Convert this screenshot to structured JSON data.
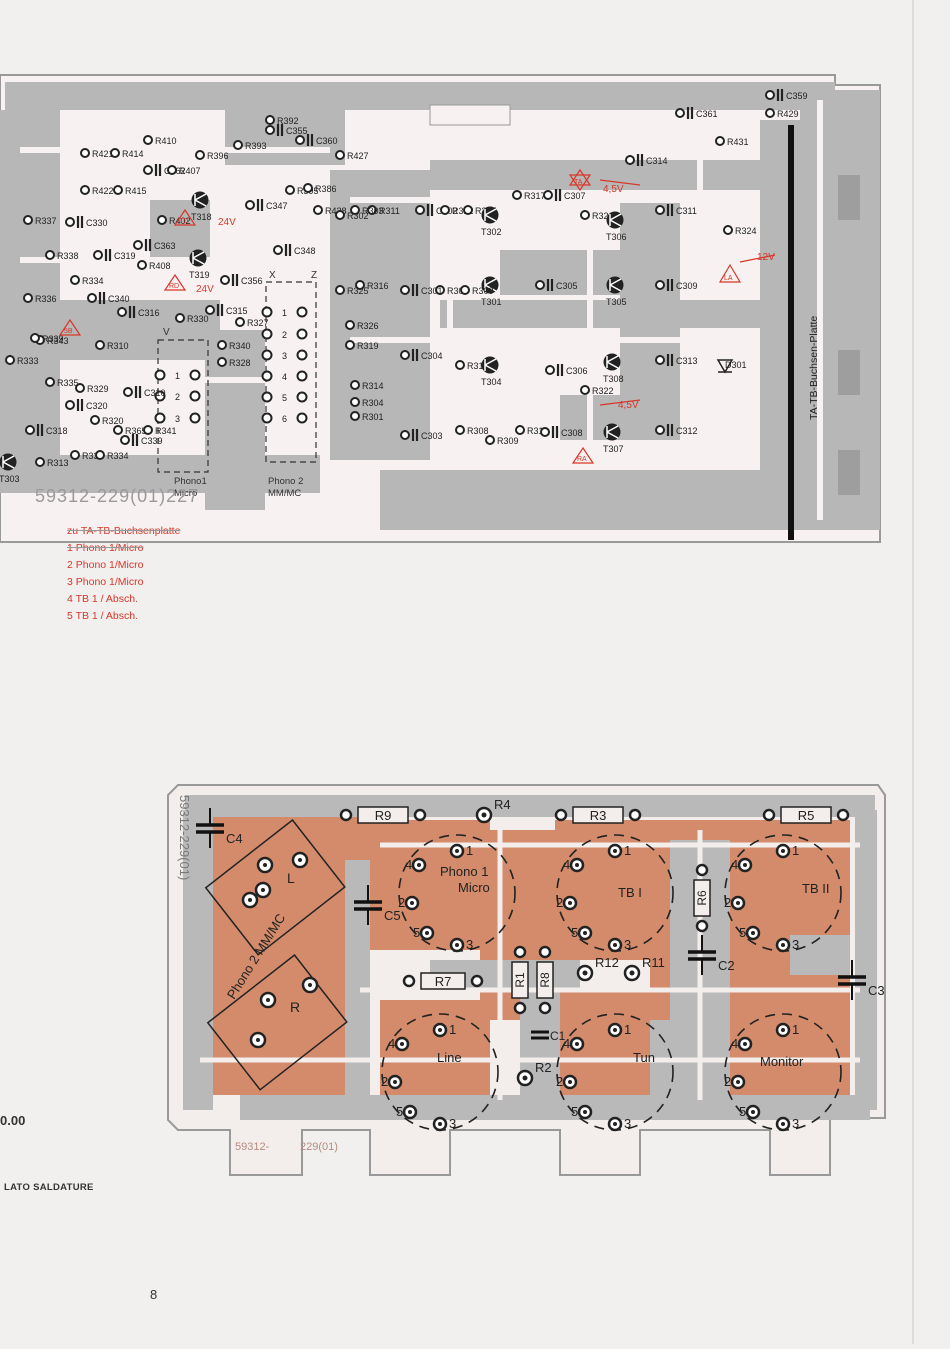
{
  "top_board": {
    "part_number": "59312-229(01)227",
    "connector_labels": {
      "v": "V",
      "x": "X",
      "z": "Z",
      "phono1": "Phono1\nMicro",
      "phono2": "Phono 2\nMM/MC"
    },
    "side_label": "TA-TB-Buchsen-Platte",
    "voltages": [
      "4,5V",
      "12V",
      "24V",
      "24V",
      "4,5V"
    ],
    "markers": [
      "TA",
      "TD",
      "RD",
      "LA",
      "5B",
      "RA",
      "TA"
    ],
    "components": [
      "C359",
      "C361",
      "R429",
      "R431",
      "R410",
      "C355",
      "R392",
      "C360",
      "R421",
      "R414",
      "C362",
      "R407",
      "R396",
      "R393",
      "R427",
      "C307",
      "R317",
      "C314",
      "R422",
      "R415",
      "R402",
      "T318",
      "C347",
      "R395",
      "R386",
      "R311",
      "C302",
      "R312",
      "R307",
      "T302",
      "R321",
      "T306",
      "C311",
      "R337",
      "C330",
      "C363",
      "R408",
      "T319",
      "C348",
      "R428",
      "R302",
      "R303",
      "R324",
      "R338",
      "C319",
      "R334",
      "C356",
      "R325",
      "R316",
      "T301",
      "C305",
      "C309",
      "R336",
      "C340",
      "C316",
      "R330",
      "C315",
      "R327",
      "R305",
      "R309",
      "T305",
      "R343",
      "R310",
      "R340",
      "R328",
      "R326",
      "R319",
      "C301",
      "C304",
      "R315",
      "T304",
      "C306",
      "R322",
      "T308",
      "C313",
      "D301",
      "R335",
      "R329",
      "C310",
      "R314",
      "R304",
      "R301",
      "R339",
      "C303",
      "R308",
      "R318",
      "C308",
      "T307",
      "C312",
      "R333",
      "C320",
      "C339",
      "R320",
      "R365",
      "R341",
      "C318",
      "R331",
      "R334",
      "R313",
      "T303",
      "R309"
    ]
  },
  "top_notes": {
    "title": "zu TA-TB-Buchsenplatte",
    "lines": [
      "1 Phono 1/Micro",
      "2 Phono 1/Micro",
      "3 Phono 1/Micro",
      "4 TB 1 / Absch.",
      "5 TB 1 / Absch."
    ]
  },
  "bottom_board": {
    "part_number": "59312-229(01)",
    "labels": {
      "L": "L",
      "R": "R",
      "phono2": "Phono 2 MM/MC",
      "phono1": "Phono 1\nMicro",
      "tb1": "TB I",
      "tb2": "TB II",
      "line": "Line",
      "tun": "Tun",
      "monitor": "Monitor"
    },
    "components": [
      "R9",
      "R4",
      "R3",
      "R5",
      "C4",
      "C5",
      "R6",
      "C2",
      "C3",
      "R7",
      "R1",
      "R8",
      "R12",
      "R11",
      "C1",
      "R2"
    ],
    "pin_numbers": [
      "1",
      "2",
      "3",
      "4",
      "5"
    ]
  },
  "left_text": {
    "value": "0.00",
    "caption": "LATO SALDATURE"
  },
  "page_number": "8",
  "colors": {
    "trace_gray": "#b2b2b2",
    "trace_copper": "#d38b6b",
    "accent_red": "#d8362a"
  }
}
